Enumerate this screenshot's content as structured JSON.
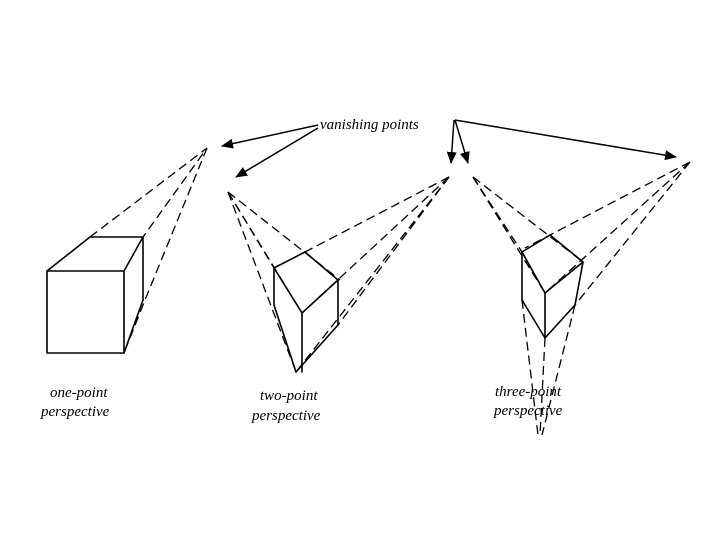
{
  "diagram": {
    "vanishing_label": "vanishing points",
    "one_point": {
      "line1": "one-point",
      "line2": "perspective"
    },
    "two_point": {
      "line1": "two-point",
      "line2": "perspective"
    },
    "three_point": {
      "line1": "three-point",
      "line2": "perspective"
    }
  }
}
